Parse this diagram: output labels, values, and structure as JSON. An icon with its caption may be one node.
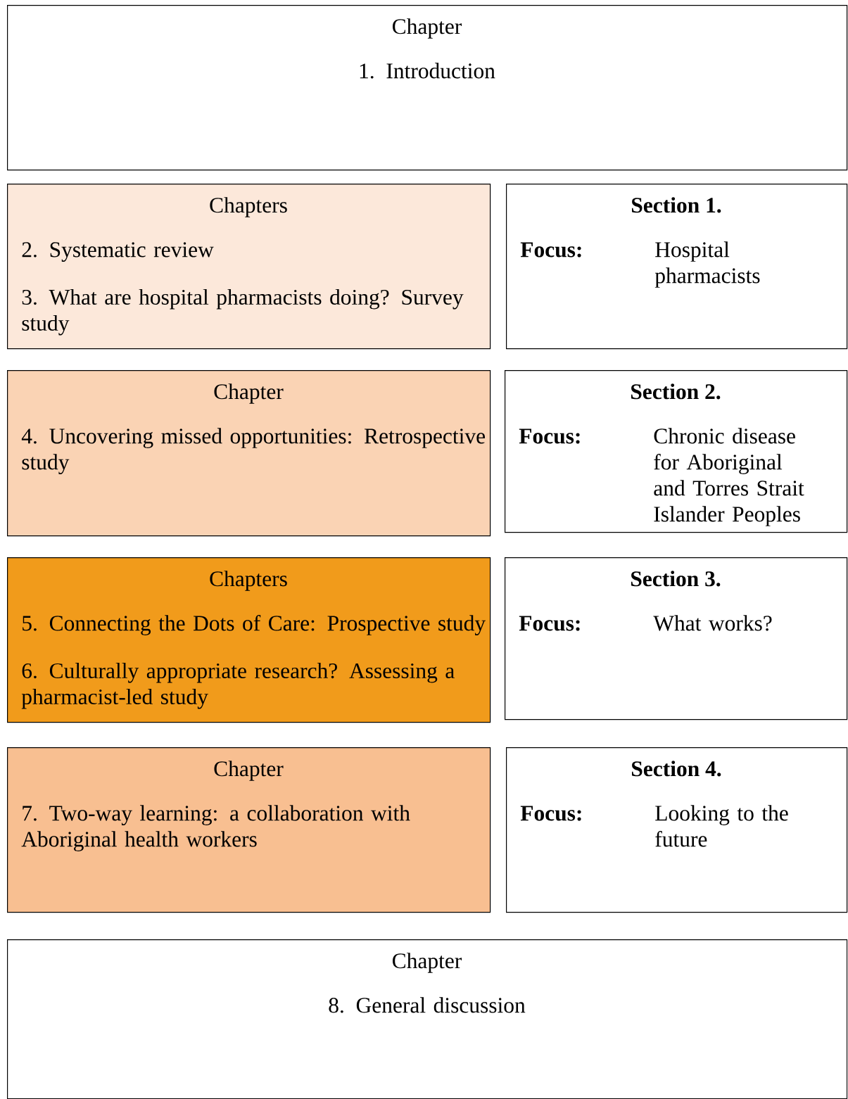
{
  "diagram": {
    "nodes": [
      {
        "text": [
          "Chapter",
          "1. Introduction"
        ]
      },
      {
        "text": [
          "Chapters",
          "2. Systematic review",
          "3. What are hospital pharmacists doing? Survey study"
        ]
      },
      {
        "text": [
          "Section 1.",
          "Focus:",
          "Hospital pharmacists"
        ]
      },
      {
        "text": [
          "Chapter",
          "4. Uncovering missed opportunities: Retrospective study"
        ]
      },
      {
        "text": [
          "Section 2.",
          "Focus:",
          "Chronic disease for Aboriginal and Torres Strait Islander Peoples"
        ]
      },
      {
        "text": [
          "Chapters",
          "5. Connecting the Dots of Care: Prospective study",
          "6. Culturally appropriate research? Assessing a pharmacist-led study"
        ]
      },
      {
        "text": [
          "Section 3.",
          "Focus:",
          "What works?"
        ]
      },
      {
        "text": [
          "Chapter",
          "7. Two-way learning: a collaboration with Aboriginal health workers"
        ]
      },
      {
        "text": [
          "Section 4.",
          "Focus:",
          "Looking to the future"
        ]
      },
      {
        "text": [
          "Chapter",
          "8. General discussion"
        ]
      }
    ]
  }
}
